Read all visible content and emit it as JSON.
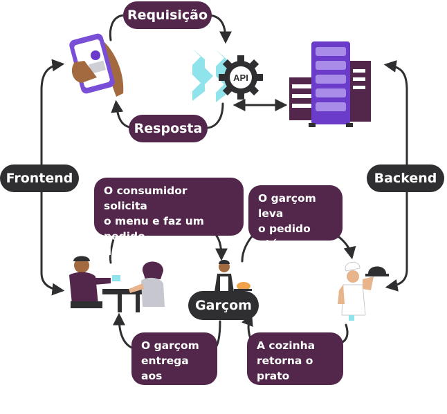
{
  "labels": {
    "requisicao": "Requisição",
    "resposta": "Resposta",
    "frontend": "Frontend",
    "backend": "Backend",
    "garcom": "Garçom",
    "api": "API",
    "box_consumidor": "O consumidor solicita\no menu e faz um pedido\nde refeição",
    "box_leva": "O garçom leva\no pedido até a\ncozinha",
    "box_entrega": "O garçom\nentrega\naos usuários",
    "box_cozinha": "A cozinha\nretorna o prato\npara o garçom"
  },
  "colors": {
    "purple": "#52274b",
    "dark": "#2f2f32",
    "arrow": "#2f2f32",
    "teal": "#8fe3ea",
    "server": "#6a3cc9"
  },
  "icons": [
    "smartphone-hand-icon",
    "api-gear-icon",
    "server-rack-icon",
    "customers-table-icon",
    "waitress-icon",
    "chef-icon"
  ]
}
